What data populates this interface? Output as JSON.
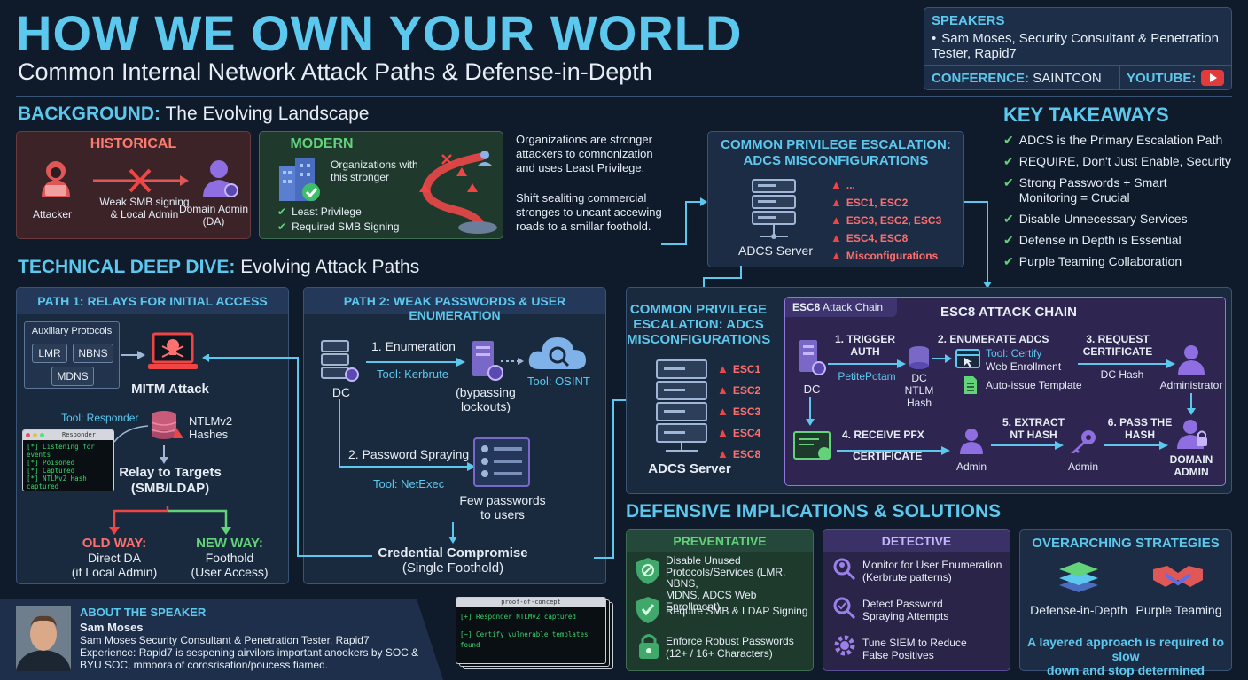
{
  "header": {
    "title": "HOW WE OWN YOUR WORLD",
    "subtitle": "Common Internal Network Attack Paths & Defense-in-Depth"
  },
  "speakers_box": {
    "label": "SPEAKERS",
    "bullet": "Sam Moses, Security Consultant & Penetration Tester, Rapid7",
    "conference_label": "CONFERENCE:",
    "conference_value": "SAINTCON",
    "youtube_label": "YOUTUBE:",
    "youtube_icon": "play-icon"
  },
  "background": {
    "heading_accent": "BACKGROUND:",
    "heading_rest": "The Evolving Landscape",
    "historical": {
      "title": "HISTORICAL",
      "attacker": "Attacker",
      "link": "Weak SMB signing\n& Local Admin",
      "target": "Domain Admin\n(DA)"
    },
    "modern": {
      "title": "MODERN",
      "note": "Organizations with\nthis stronger",
      "items": [
        "Least Privilege",
        "Required SMB Signing"
      ]
    },
    "text1": "Organizations are stronger\nattackers to comnonization\nand uses Least Privilege.",
    "text2": "Shift sealiting commercial\nstronges to uncant accewing\nroads to a smillar foothold."
  },
  "top_adcs": {
    "title": "COMMON PRIVILEGE ESCALATION:\nADCS MISCONFIGURATIONS",
    "server": "ADCS Server",
    "items": [
      "...",
      "ESC1, ESC2",
      "ESC3, ESC2, ESC3",
      "ESC4, ESC8",
      "Misconfigurations"
    ]
  },
  "takeaways": {
    "title": "KEY TAKEAWAYS",
    "items": [
      "ADCS is the Primary Escalation Path",
      "REQUIRE, Don't Just Enable, Security",
      "Strong Passwords + Smart\nMonitoring = Crucial",
      "Disable Unnecessary Services",
      "Defense in Depth is Essential",
      "Purple Teaming Collaboration"
    ]
  },
  "deep_dive": {
    "heading_accent": "TECHNICAL DEEP DIVE:",
    "heading_rest": "Evolving Attack Paths"
  },
  "path1": {
    "title": "PATH 1: RELAYS FOR INITIAL ACCESS",
    "aux": "Auxiliary Protocols",
    "protocols": [
      "LMR",
      "NBNS",
      "MDNS"
    ],
    "mitm": "MITM Attack",
    "tool": "Tool: Responder",
    "hashes": "NTLMv2\nHashes",
    "terminal_title": "Responder",
    "terminal_lines": [
      "[*] Listening for events",
      "[*] Poisoned",
      "[*] Captured",
      "[*] NTLMv2 Hash captured"
    ],
    "relay": "Relay to Targets\n(SMB/LDAP)",
    "old_title": "OLD WAY:",
    "old_sub": "Direct DA\n(if Local Admin)",
    "new_title": "NEW WAY:",
    "new_sub": "Foothold\n(User Access)"
  },
  "path2": {
    "title": "PATH 2: WEAK PASSWORDS & USER ENUMERATION",
    "dc": "DC",
    "step1": "1. Enumeration",
    "tool1": "Tool: Kerbrute",
    "bypass": "(bypassing\nlockouts)",
    "osint": "Tool: OSINT",
    "step2": "2. Password Spraying",
    "tool2": "Tool: NetExec",
    "few": "Few passwords\nto users",
    "compromise": "Credential Compromise",
    "compromise_sub": "(Single Foothold)"
  },
  "mid_adcs": {
    "title": "COMMON PRIVILEGE\nESCALATION: ADCS\nMISCONFIGURATIONS",
    "server": "ADCS Server",
    "items": [
      "ESC1",
      "ESC2",
      "ESC3",
      "ESC4",
      "ESC8"
    ]
  },
  "esc8": {
    "tab_bold": "ESC8",
    "tab_rest": "Attack Chain",
    "title": "ESC8 ATTACK CHAIN",
    "dc": "DC",
    "step1": "1. TRIGGER\nAUTH",
    "step1_tool": "PetitePotam",
    "dc_hash": "DC\nNTLM\nHash",
    "step2": "2. ENUMERATE ADCS",
    "step2_tool": "Tool: Certify",
    "web": "Web Enrollment",
    "auto": "Auto-issue Template",
    "step3": "3. REQUEST\nCERTIFICATE",
    "dc_hash2": "DC Hash",
    "administrator": "Administrator",
    "step4": "4. RECEIVE PFX",
    "cert": "CERTIFICATE",
    "admin1": "Admin",
    "step5": "5. EXTRACT\nNT HASH",
    "admin2": "Admin",
    "step6": "6. PASS THE\nHASH",
    "domain_admin": "DOMAIN\nADMIN"
  },
  "defense": {
    "heading": "DEFENSIVE IMPLICATIONS & SOLUTIONS",
    "preventative": {
      "title": "PREVENTATIVE",
      "items": [
        "Disable Unused\nProtocols/Services (LMR, NBNS,\nMDNS, ADCS Web Enrollment)",
        "Require SMB & LDAP Signing",
        "Enforce Robust Passwords\n(12+ / 16+ Characters)"
      ]
    },
    "detective": {
      "title": "DETECTIVE",
      "items": [
        "Monitor for User Enumeration\n(Kerbrute patterns)",
        "Detect Password\nSpraying Attempts",
        "Tune SIEM to Reduce\nFalse Positives"
      ]
    },
    "strategies": {
      "title": "OVERARCHING STRATEGIES",
      "items": [
        "Defense-in-Depth",
        "Purple Teaming"
      ],
      "footer": "A layered approach is required to slow\ndown and stop determined attackers"
    }
  },
  "about": {
    "title": "ABOUT THE SPEAKER",
    "name": "Sam Moses",
    "role": "Sam Moses Security Consultant & Penetration Tester, Rapid7",
    "exp": "Experience: Rapid7 is sespening airvilors important anookers by SOC &\nBYU SOC, mmoora of corosrisation/poucess fiamed."
  },
  "poc": {
    "title": "proof-of-concept",
    "lines": [
      "[+] Responder NTLMv2 captured",
      "[~] Certify vulnerable templates found"
    ]
  },
  "colors": {
    "accent": "#5cc8ee",
    "danger": "#ef4545",
    "success": "#63d37a",
    "purple": "#9a80e8"
  }
}
